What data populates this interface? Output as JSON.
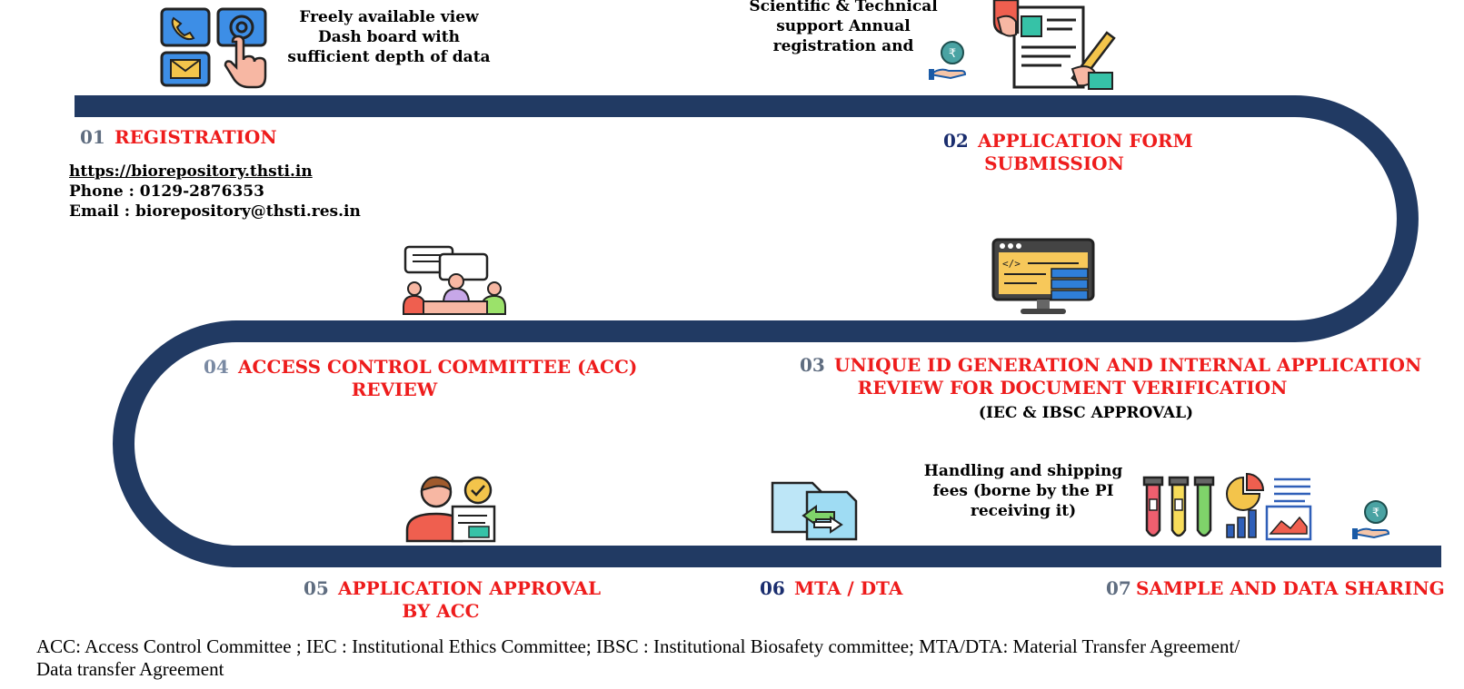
{
  "colors": {
    "path": "#213a63",
    "title": "#ee1c1c",
    "num_gray": "#5f6d80",
    "num_navy": "#1a2d6e"
  },
  "steps": [
    {
      "num": "01",
      "title_lines": [
        "REGISTRATION"
      ]
    },
    {
      "num": "02",
      "title_lines": [
        "APPLICATION FORM",
        "SUBMISSION"
      ]
    },
    {
      "num": "03",
      "title_lines": [
        "UNIQUE ID GENERATION AND INTERNAL APPLICATION",
        "REVIEW FOR DOCUMENT VERIFICATION"
      ]
    },
    {
      "num": "04",
      "title_lines": [
        "ACCESS CONTROL COMMITTEE (ACC)",
        "REVIEW"
      ]
    },
    {
      "num": "05",
      "title_lines": [
        "APPLICATION APPROVAL",
        "BY ACC"
      ]
    },
    {
      "num": "06",
      "title_lines": [
        "MTA / DTA"
      ]
    },
    {
      "num": "07",
      "title_lines": [
        "SAMPLE AND DATA SHARING"
      ]
    }
  ],
  "notes": {
    "dashboard": [
      "Freely available view",
      "Dash board with",
      "sufficient depth of data"
    ],
    "support": [
      "Scientific & Technical",
      "support Annual",
      "registration and"
    ],
    "approval": "(IEC & IBSC APPROVAL)",
    "shipping": [
      "Handling and shipping",
      "fees (borne by the PI",
      "receiving it)"
    ]
  },
  "contact": {
    "url": "https://biorepository.thsti.in",
    "phone": "Phone : 0129-2876353",
    "email": "Email : biorepository@thsti.res.in"
  },
  "footer": {
    "line1": "ACC:  Access Control Committee ; IEC : Institutional Ethics Committee; IBSC : Institutional Biosafety committee; MTA/DTA: Material Transfer Agreement/",
    "line2": "Data transfer Agreement"
  },
  "icons": [
    "contact-icons",
    "fee-hand-icon",
    "form-signing-icon",
    "meeting-icon",
    "code-server-icon",
    "approval-person-icon",
    "file-transfer-icon",
    "test-tubes-icon",
    "analytics-icon",
    "fee-hand-icon"
  ]
}
